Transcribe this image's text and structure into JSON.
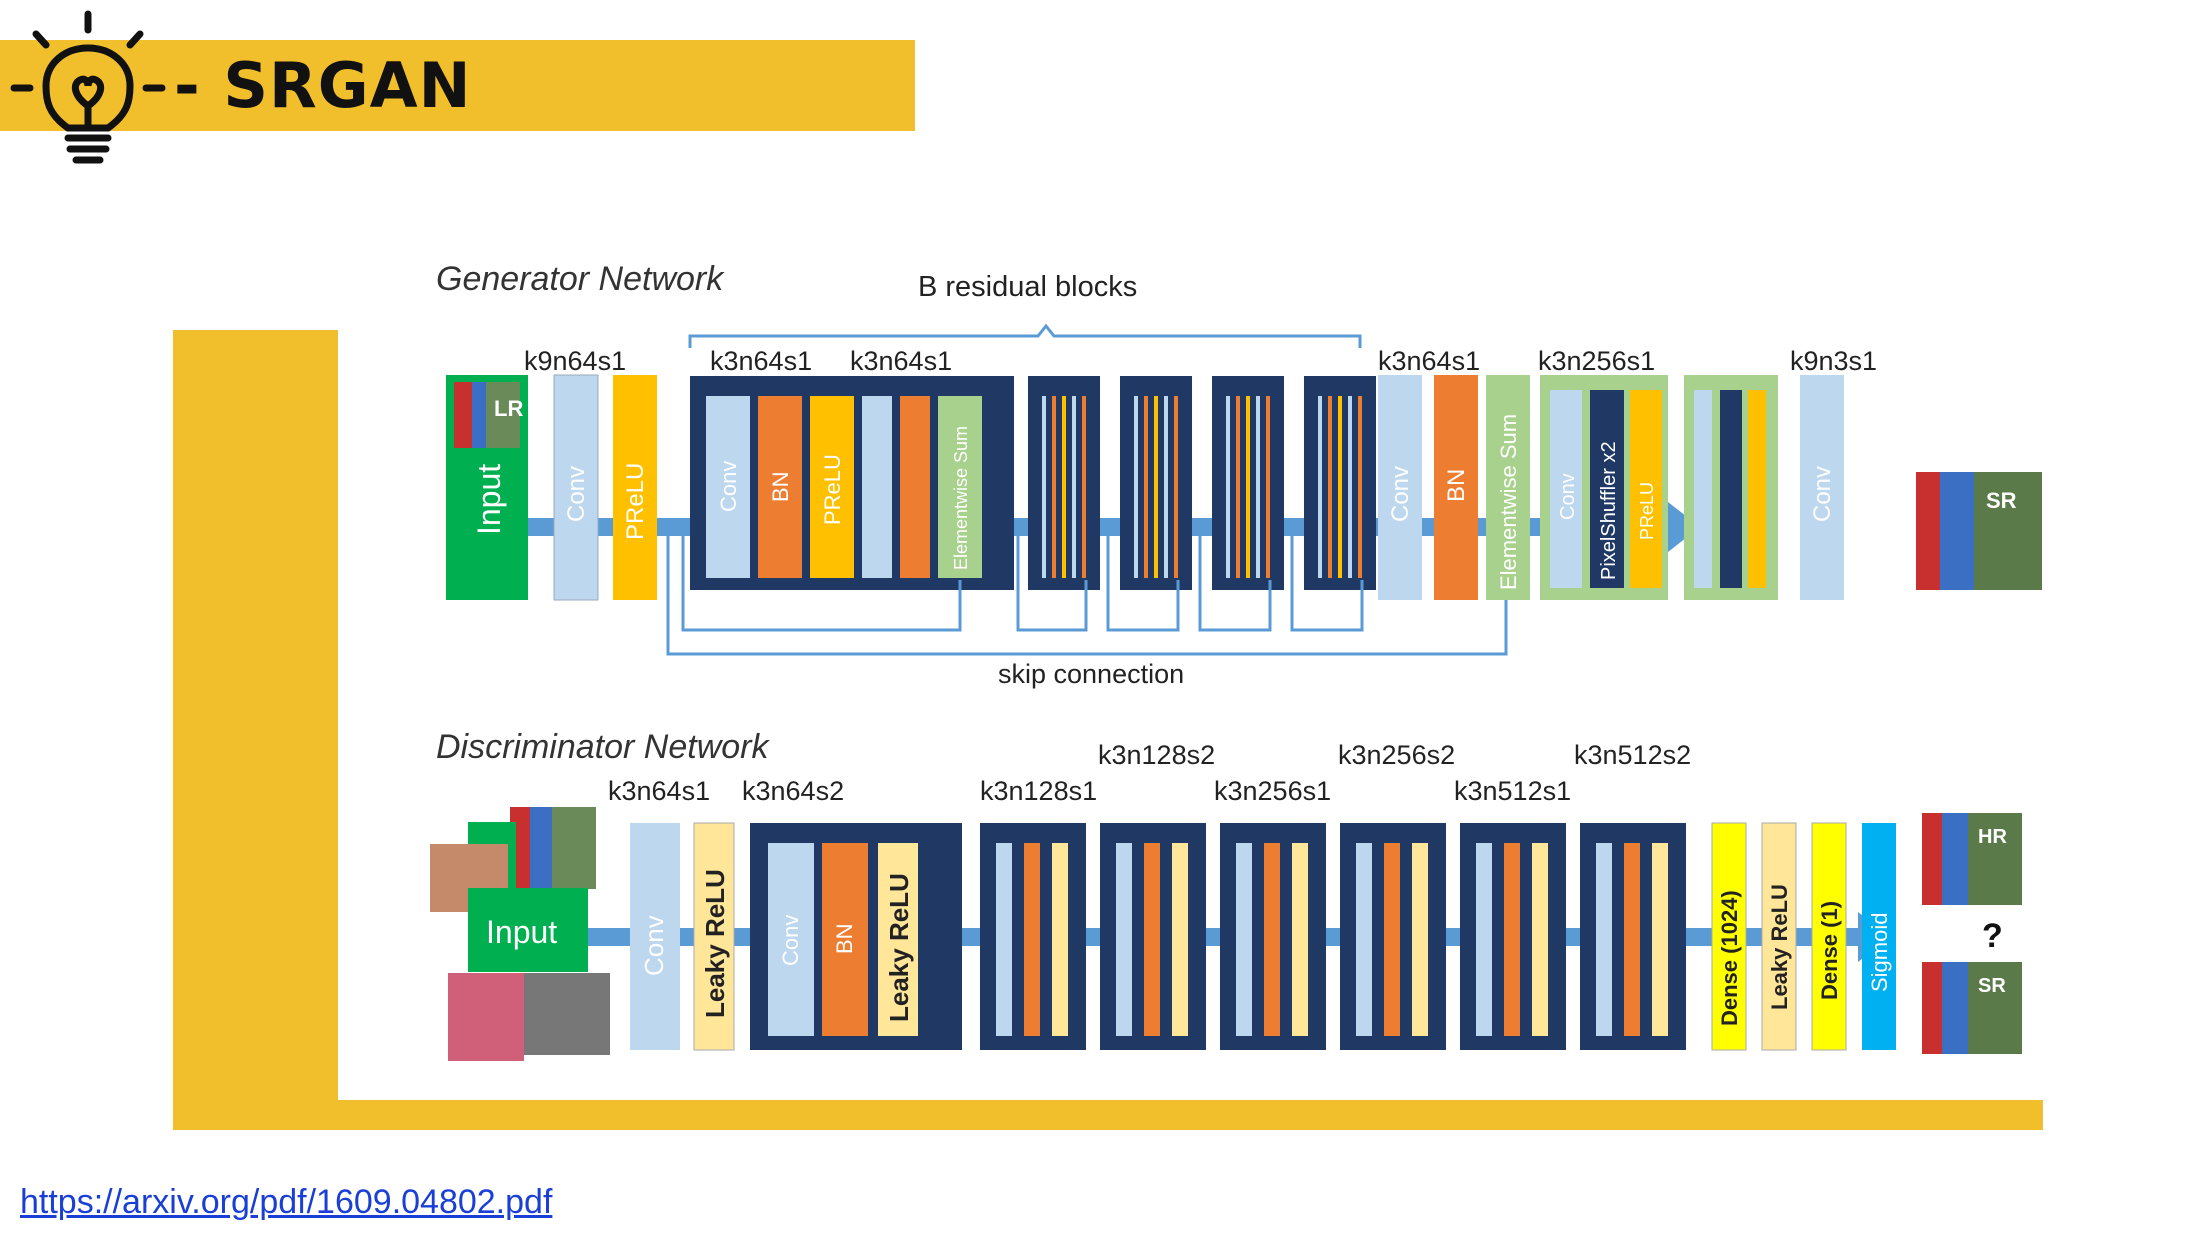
{
  "slide": {
    "title": "- SRGAN",
    "source_link": "https://arxiv.org/pdf/1609.04802.pdf"
  },
  "generator": {
    "title": "Generator Network",
    "brace_label": "B residual blocks",
    "skip_label": "skip connection",
    "input_label": "Input",
    "lr_label": "LR",
    "sr_label": "SR",
    "kernels": {
      "k1": "k9n64s1",
      "k2": "k3n64s1",
      "k3": "k3n64s1",
      "k4": "k3n64s1",
      "k5": "k3n256s1",
      "k6": "k9n3s1"
    },
    "layers": {
      "conv": "Conv",
      "prelu": "PReLU",
      "bn": "BN",
      "elementwise_sum": "Elementwise Sum",
      "pixel_shuffler": "PixelShuffler x2"
    }
  },
  "discriminator": {
    "title": "Discriminator Network",
    "input_label": "Input",
    "hr_label": "HR",
    "sr_label": "SR",
    "question_mark": "?",
    "kernels": {
      "k1": "k3n64s1",
      "k2": "k3n64s2",
      "k3": "k3n128s1",
      "k4": "k3n128s2",
      "k5": "k3n256s1",
      "k6": "k3n256s2",
      "k7": "k3n512s1",
      "k8": "k3n512s2"
    },
    "layers": {
      "conv": "Conv",
      "leaky_relu": "Leaky ReLU",
      "bn": "BN",
      "dense_1024": "Dense (1024)",
      "dense_1": "Dense (1)",
      "sigmoid": "Sigmoid"
    }
  },
  "colors": {
    "accent_yellow": "#F1BF2C",
    "conv_blue": "#BDD7EE",
    "dark_navy": "#1F3864",
    "bn_orange": "#ED7D31",
    "prelu_gold": "#FFC000",
    "input_green": "#00B050",
    "sum_green": "#A9D18E",
    "arrow_blue": "#5B9BD5",
    "dense_yellow": "#FFFF00",
    "sigmoid_cyan": "#00B0F0"
  }
}
